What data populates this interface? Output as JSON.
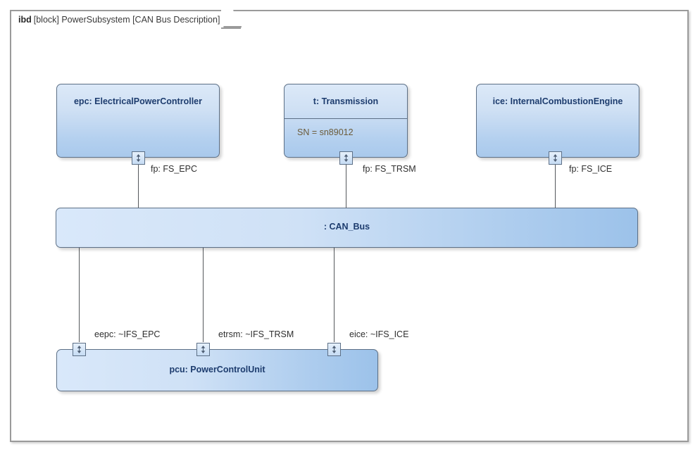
{
  "diagram": {
    "frame": {
      "kind": "ibd",
      "rest": "[block] PowerSubsystem [CAN Bus Description]"
    },
    "blocks": [
      {
        "id": "epc",
        "title": "epc: ElectricalPowerController",
        "port_label": "fp: FS_EPC",
        "port_icon": "flow-port-icon"
      },
      {
        "id": "transmission",
        "title": "t: Transmission",
        "compartment": "SN = sn89012",
        "port_label": "fp: FS_TRSM",
        "port_icon": "flow-port-icon"
      },
      {
        "id": "ice",
        "title": "ice: InternalCombustionEngine",
        "port_label": "fp: FS_ICE",
        "port_icon": "flow-port-icon"
      },
      {
        "id": "canbus",
        "title": ": CAN_Bus"
      },
      {
        "id": "pcu",
        "title": "pcu: PowerControlUnit",
        "ports": [
          {
            "label": "eepc: ~IFS_EPC",
            "icon": "flow-port-icon"
          },
          {
            "label": "etrsm: ~IFS_TRSM",
            "icon": "flow-port-icon"
          },
          {
            "label": "eice: ~IFS_ICE",
            "icon": "flow-port-icon"
          }
        ]
      }
    ],
    "colors": {
      "frame_border": "#9a9a9a",
      "block_border": "#5c6f86",
      "block_fill_light": "#dce9f8",
      "block_fill_dark": "#9cc2ea",
      "title_text": "#1d3c6e",
      "compartment_text": "#6b5b3a",
      "connector": "#55585c",
      "label_text": "#2f2f2f"
    }
  }
}
